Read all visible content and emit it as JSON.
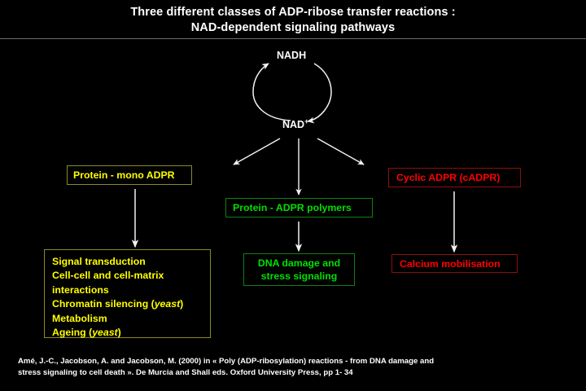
{
  "slide": {
    "background_color": "#000000",
    "title_line1": "Three different classes of ADP-ribose transfer reactions :",
    "title_line2": "NAD-dependent signaling pathways"
  },
  "colors": {
    "yellow": "#ffff00",
    "green": "#00e000",
    "red": "#ff0000",
    "white": "#ffffff",
    "background": "#000000",
    "rule": "#6e6e6e"
  },
  "cycle": {
    "top_label": "NADH",
    "bottom_label": "NAD",
    "bottom_superscript": "+",
    "left_arrow_name": "nad-to-nadh-arc-arrow",
    "right_arrow_name": "nadh-to-nad-arc-arrow"
  },
  "branches": [
    {
      "id": "mono",
      "class_label": "Protein - mono ADPR",
      "color": "#ffff00"
    },
    {
      "id": "polymer",
      "class_label": "Protein - ADPR polymers",
      "outcome_label_line1": "DNA damage and",
      "outcome_label_line2": "stress signaling",
      "color": "#00e000"
    },
    {
      "id": "cyclic",
      "class_label": "Cyclic ADPR (cADPR)",
      "outcome_label": "Calcium mobilisation",
      "color": "#ff0000"
    }
  ],
  "outcomes_left": {
    "lines": [
      "Signal transduction",
      "Cell-cell and cell-matrix",
      "interactions",
      "Chromatin silencing (",
      "Metabolism",
      "Ageing ("
    ],
    "line1": "Signal transduction",
    "line2": "Cell-cell and cell-matrix",
    "line3": "interactions",
    "line4_prefix": "Chromatin silencing (",
    "line4_italic": "yeast",
    "line4_suffix": ")",
    "line5": "Metabolism",
    "line6_prefix": "Ageing (",
    "line6_italic": "yeast",
    "line6_suffix": ")"
  },
  "citation": {
    "line1": "Amé, J.-C.,  Jacobson, A. and Jacobson, M. (2000) in « Poly (ADP-ribosylation) reactions -  from DNA damage and",
    "line2": "stress signaling to cell death ». De Murcia and Shall eds. Oxford University Press, pp 1- 34"
  }
}
